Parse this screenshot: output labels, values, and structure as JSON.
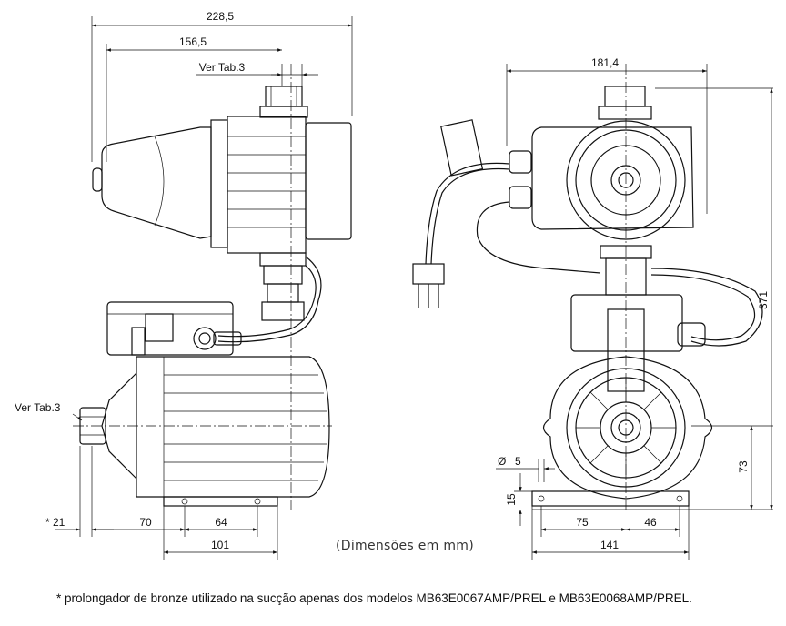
{
  "dimensions": {
    "overall_width": "228,5",
    "width_156": "156,5",
    "ver_tab_top": "Ver Tab.3",
    "ver_tab_left": "Ver Tab.3",
    "front_width": "181,4",
    "height_371": "371",
    "height_73": "73",
    "hole_dia_symbol": "Ø",
    "hole_dia": "5",
    "foot_15": "15",
    "dim_21": "* 21",
    "dim_70": "70",
    "dim_64": "64",
    "dim_101": "101",
    "dim_75": "75",
    "dim_46": "46",
    "dim_141": "141"
  },
  "units_label": "(Dimensões em mm)",
  "footnote": "* prolongador de bronze utilizado na sucção apenas dos modelos MB63E0067AMP/PREL e MB63E0068AMP/PREL."
}
